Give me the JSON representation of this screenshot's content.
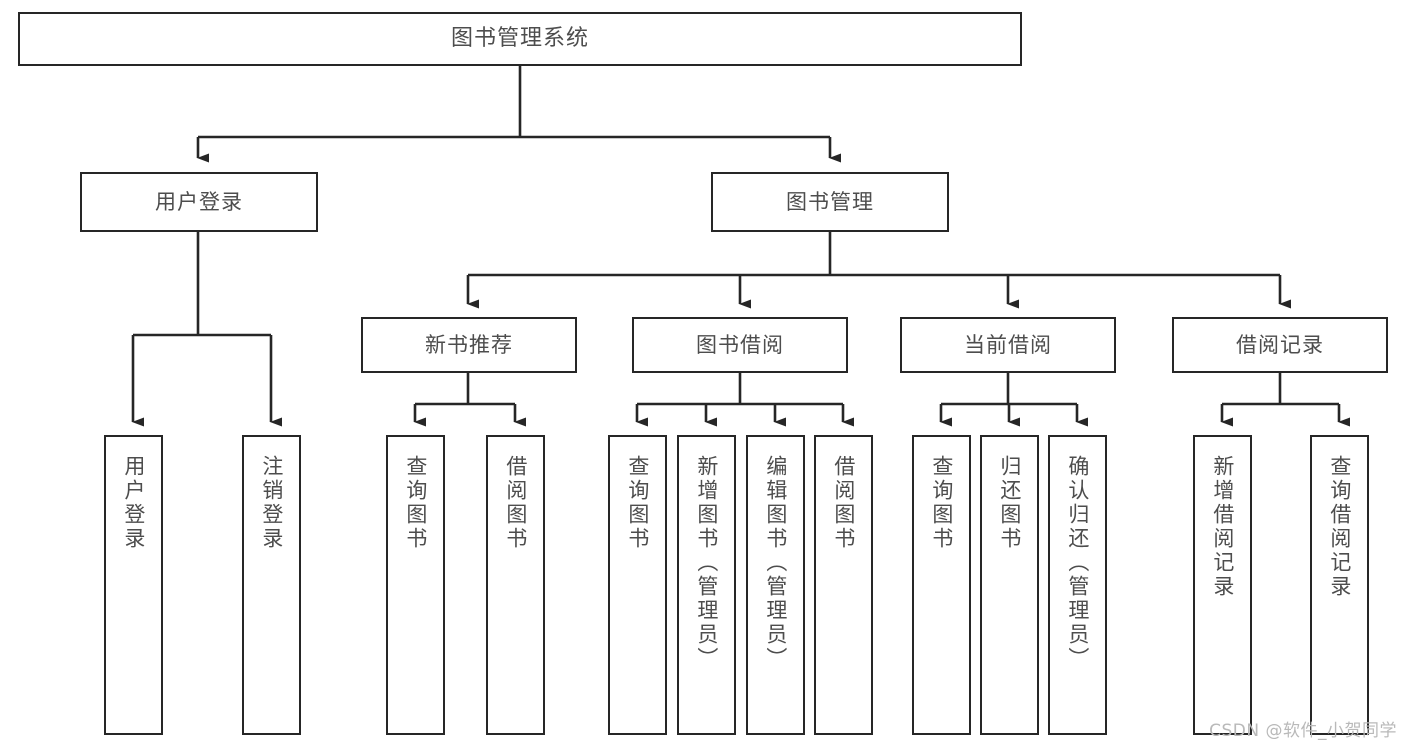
{
  "diagram": {
    "type": "tree-hierarchy",
    "title": "图书管理系统",
    "watermark": "CSDN @软件_小贺同学",
    "colors": {
      "box_stroke": "#262626",
      "box_fill": "#ffffff",
      "connector": "#262626",
      "text": "#4d4d4d",
      "watermark": "#b9b9b9"
    },
    "root": {
      "label": "图书管理系统"
    },
    "level2": [
      {
        "label": "用户登录"
      },
      {
        "label": "图书管理"
      }
    ],
    "level3": [
      {
        "label": "新书推荐"
      },
      {
        "label": "图书借阅"
      },
      {
        "label": "当前借阅"
      },
      {
        "label": "借阅记录"
      }
    ],
    "leaves": {
      "user_login": [
        {
          "label": "用户登录"
        },
        {
          "label": "注销登录"
        }
      ],
      "new_book_recommend": [
        {
          "label": "查询图书"
        },
        {
          "label": "借阅图书"
        }
      ],
      "book_borrow": [
        {
          "label": "查询图书"
        },
        {
          "label": "新增图书（管理员）"
        },
        {
          "label": "编辑图书（管理员）"
        },
        {
          "label": "借阅图书"
        }
      ],
      "current_borrow": [
        {
          "label": "查询图书"
        },
        {
          "label": "归还图书"
        },
        {
          "label": "确认归还（管理员）"
        }
      ],
      "borrow_record": [
        {
          "label": "新增借阅记录"
        },
        {
          "label": "查询借阅记录"
        }
      ]
    }
  }
}
